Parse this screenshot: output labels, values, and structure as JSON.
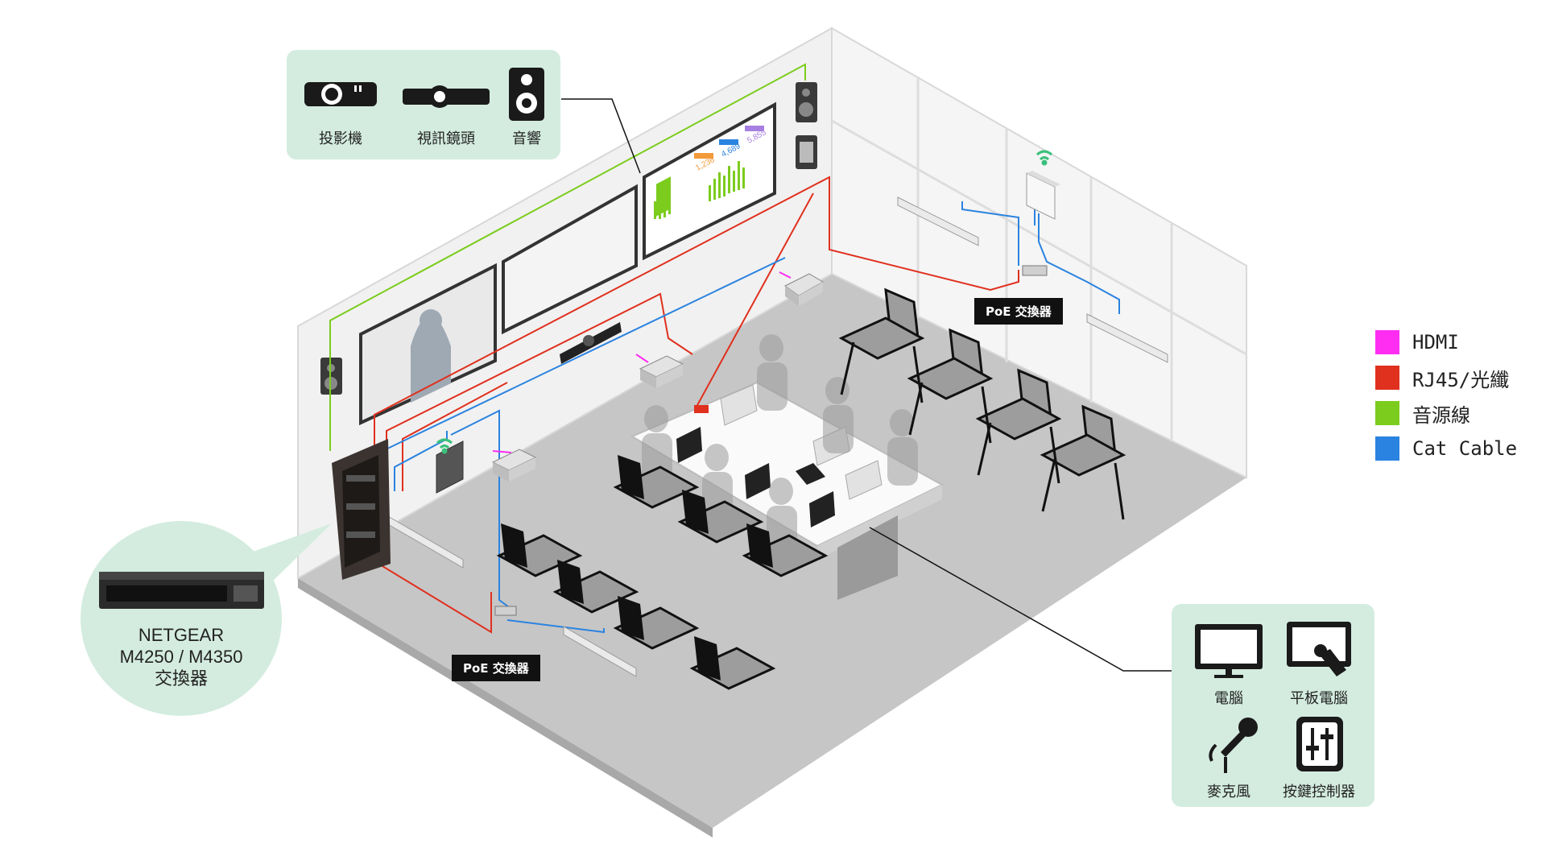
{
  "top_devices": [
    {
      "icon": "projector-icon",
      "label": "投影機"
    },
    {
      "icon": "video-camera-icon",
      "label": "視訊鏡頭"
    },
    {
      "icon": "speaker-icon",
      "label": "音響"
    }
  ],
  "user_devices": [
    {
      "icon": "monitor-icon",
      "label": "電腦"
    },
    {
      "icon": "tablet-touch-icon",
      "label": "平板電腦"
    },
    {
      "icon": "microphone-icon",
      "label": "麥克風"
    },
    {
      "icon": "button-controller-icon",
      "label": "按鍵控制器"
    }
  ],
  "core_switch": {
    "brand": "NETGEAR",
    "model": "M4250 / M4350",
    "type": "交換器"
  },
  "poe_switch_label": "PoE 交換器",
  "screen_numbers": [
    "1,236",
    "4,689",
    "5,855"
  ],
  "legend": [
    {
      "label": "HDMI",
      "color": "#ff2df2"
    },
    {
      "label": "RJ45/光纖",
      "color": "#e0301e"
    },
    {
      "label": "音源線",
      "color": "#7ccc1e"
    },
    {
      "label": "Cat Cable",
      "color": "#2a83e0"
    }
  ],
  "colors": {
    "callout_bg": "#d4ece0",
    "floor": "#c6c6c6",
    "wall": "#f1f1f1",
    "wifi": "#3ac07a"
  }
}
